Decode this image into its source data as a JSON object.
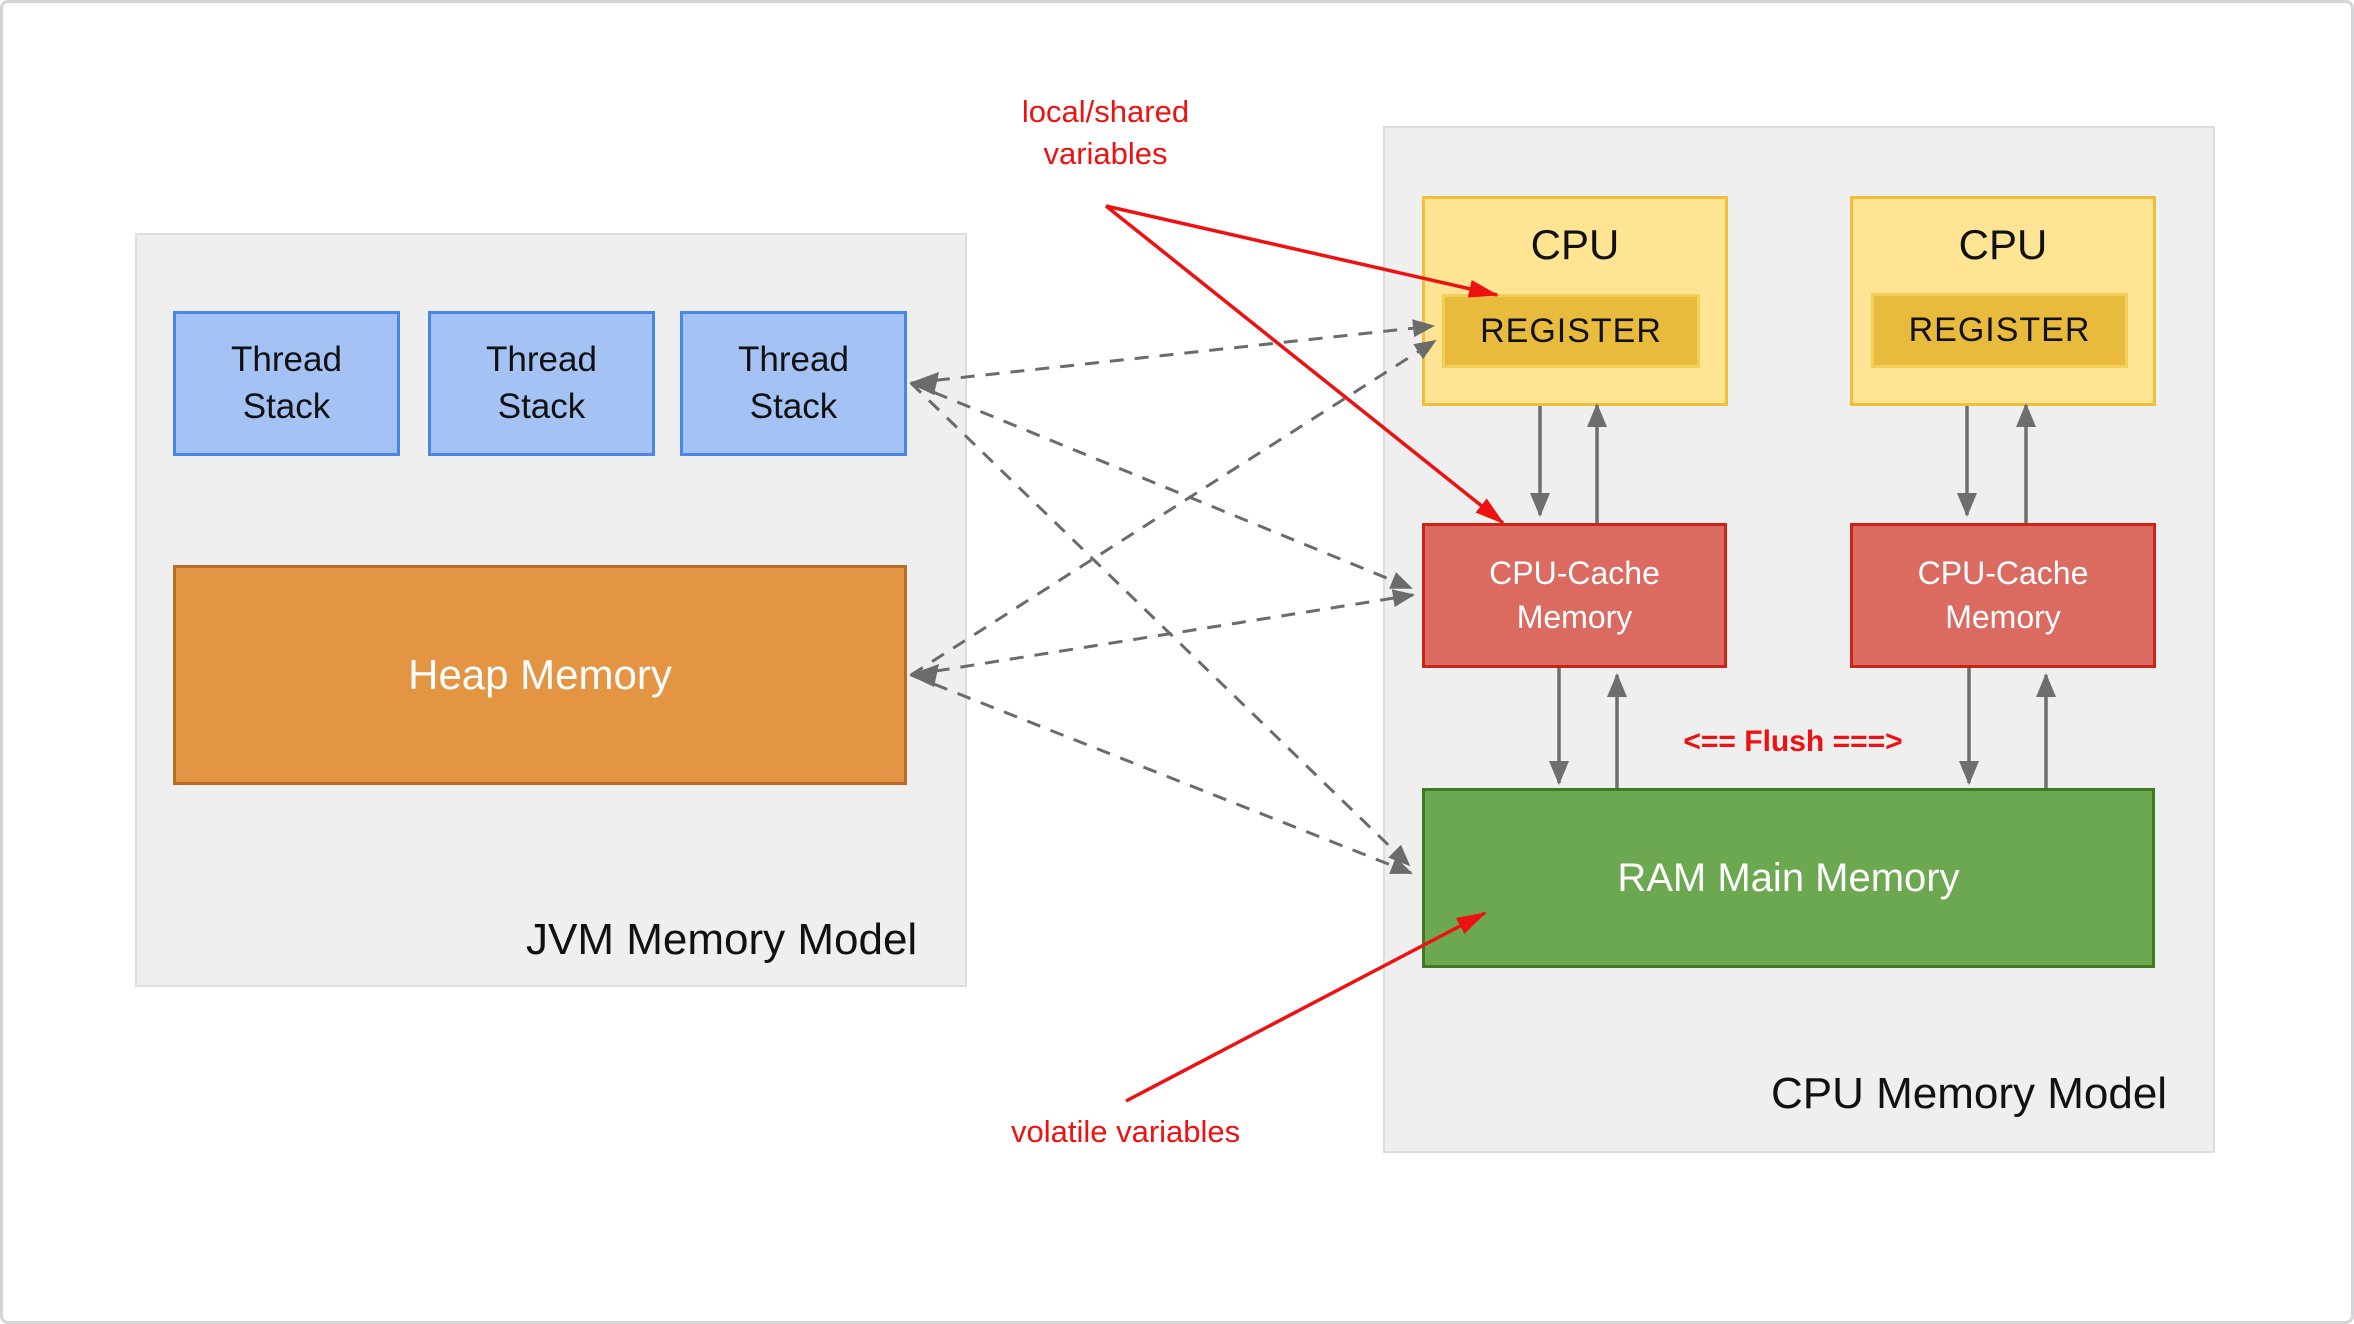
{
  "jvm_model": {
    "label": "JVM Memory Model",
    "thread_stacks": [
      "Thread\nStack",
      "Thread\nStack",
      "Thread\nStack"
    ],
    "heap_label": "Heap Memory"
  },
  "cpu_model": {
    "label": "CPU Memory Model",
    "cpus": [
      {
        "label": "CPU",
        "register_label": "REGISTER"
      },
      {
        "label": "CPU",
        "register_label": "REGISTER"
      }
    ],
    "caches": [
      {
        "label": "CPU-Cache\nMemory"
      },
      {
        "label": "CPU-Cache\nMemory"
      }
    ],
    "ram_label": "RAM Main Memory",
    "flush_label": "<== Flush ===>"
  },
  "annotations": {
    "local_shared": "local/shared\nvariables",
    "volatile": "volatile variables"
  },
  "colors": {
    "canvas_border": "#d3d6d9",
    "panel_fill": "#efefef",
    "panel_border": "#dddddd",
    "blue_fill": "#a4c2f4",
    "blue_border": "#4a86e8",
    "orange_fill": "#e49544",
    "orange_border": "#b96d28",
    "yellow_fill": "#ffe593",
    "yellow_border": "#f0be39",
    "gold_fill": "#e8bb3c",
    "gold_border": "#f3ce58",
    "red_fill": "#db6a61",
    "red_border": "#cc2418",
    "green_fill": "#6ca850",
    "green_border": "#3f7a23",
    "arrow_gray": "#6e6e6e",
    "dash_gray": "#6b6b6b",
    "annotation_red": "#ee1111",
    "text_black": "#111111",
    "text_white": "#ffffff"
  }
}
